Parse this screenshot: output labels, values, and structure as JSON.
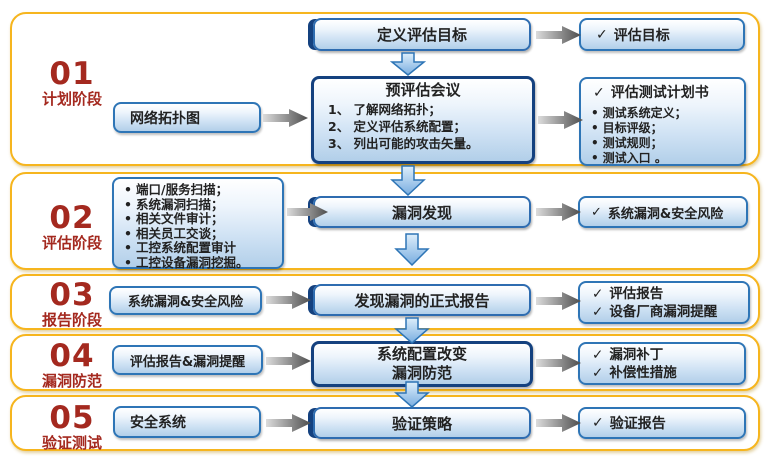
{
  "colors": {
    "frame_gold": "#F6B51E",
    "phase_red": "#A4291F",
    "navy": "#14417F",
    "box_blue": "#2E75B6",
    "arrow_gray": "#4D4D4D",
    "arrow_blue_border": "#2E75B6"
  },
  "icons": {
    "check": "✓",
    "bullet": "•"
  },
  "phases": [
    {
      "number": "01",
      "label": "计划阶段",
      "row_a": {
        "process": "定义评估目标",
        "output": "评估目标"
      },
      "row_b": {
        "input": "网络拓扑图",
        "process_title": "预评估会议",
        "process_items": [
          "1、 了解网络拓扑；",
          "2、 定义评估系统配置；",
          "3、 列出可能的攻击矢量。"
        ],
        "output_title": "评估测试计划书",
        "output_items": [
          "测试系统定义；",
          "目标评级；",
          "测试规则；",
          "测试入口 。"
        ]
      }
    },
    {
      "number": "02",
      "label": "评估阶段",
      "input_items": [
        "端口/服务扫描；",
        "系统漏洞扫描；",
        "相关文件审计；",
        "相关员工交谈；",
        "工控系统配置审计",
        "工控设备漏洞挖掘。"
      ],
      "process": "漏洞发现",
      "output": "系统漏洞&安全风险"
    },
    {
      "number": "03",
      "label": "报告阶段",
      "input": "系统漏洞&安全风险",
      "process": "发现漏洞的正式报告",
      "outputs": [
        "评估报告",
        "设备厂商漏洞提醒"
      ]
    },
    {
      "number": "04",
      "label": "漏洞防范",
      "input": "评估报告&漏洞提醒",
      "process_lines": [
        "系统配置改变",
        "漏洞防范"
      ],
      "outputs": [
        "漏洞补丁",
        "补偿性措施"
      ]
    },
    {
      "number": "05",
      "label": "验证测试",
      "input": "安全系统",
      "process": "验证策略",
      "output": "验证报告"
    }
  ]
}
